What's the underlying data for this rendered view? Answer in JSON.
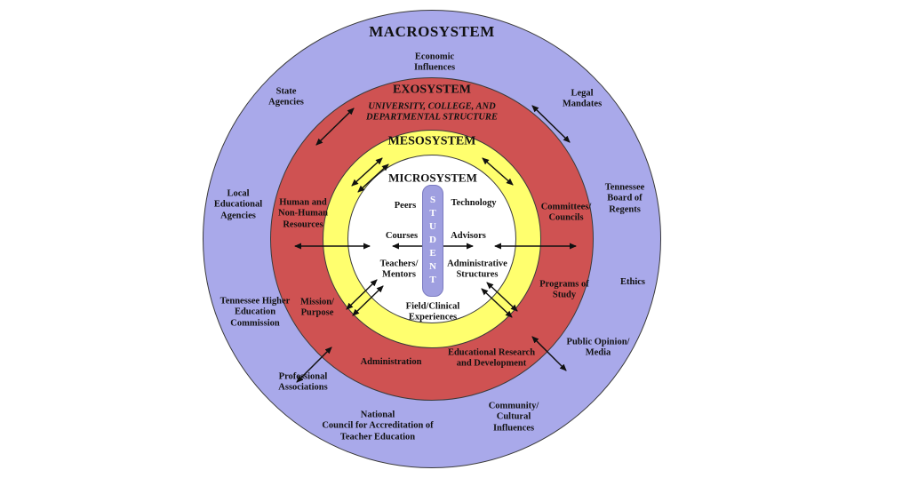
{
  "colors": {
    "macro-purple": "#a9a9ea",
    "exo-red": "#cf5252",
    "meso-yellow": "#ffff6e",
    "micro-white": "#ffffff",
    "student-purple": "#9f9fe0",
    "outline": "#3a3a3a"
  },
  "rings": {
    "macrosystem": "MACROSYSTEM",
    "exosystem": "EXOSYSTEM",
    "exosystem_subtitle": "UNIVERSITY, COLLEGE, AND\nDEPARTMENTAL STRUCTURE",
    "mesosystem": "MESOSYSTEM",
    "microsystem": "MICROSYSTEM"
  },
  "center": {
    "student": "STUDENT"
  },
  "microsystem_items": {
    "peers": "Peers",
    "technology": "Technology",
    "courses": "Courses",
    "advisors": "Advisors",
    "teachers_mentors": "Teachers/\nMentors",
    "administrative_structures": "Administrative\nStructures",
    "field_clinical": "Field/Clinical\nExperiences"
  },
  "exosystem_items": {
    "human_resources": "Human and\nNon-Human\nResources",
    "committees_councils": "Committees/\nCouncils",
    "mission_purpose": "Mission/\nPurpose",
    "programs_of_study": "Programs of\nStudy",
    "administration": "Administration",
    "educational_research": "Educational Research\nand Development"
  },
  "macrosystem_items": {
    "economic_influences": "Economic\nInfluences",
    "state_agencies": "State\nAgencies",
    "legal_mandates": "Legal\nMandates",
    "local_educational_agencies": "Local\nEducational\nAgencies",
    "tennessee_board_of_regents": "Tennessee\nBoard of\nRegents",
    "ethics": "Ethics",
    "tennessee_higher_education": "Tennessee Higher\nEducation\nCommission",
    "public_opinion_media": "Public Opinion/\nMedia",
    "professional_associations": "Professional\nAssociations",
    "community_cultural": "Community/\nCultural\nInfluences",
    "ncate": "National\nCouncil for Accreditation of\nTeacher Education"
  }
}
